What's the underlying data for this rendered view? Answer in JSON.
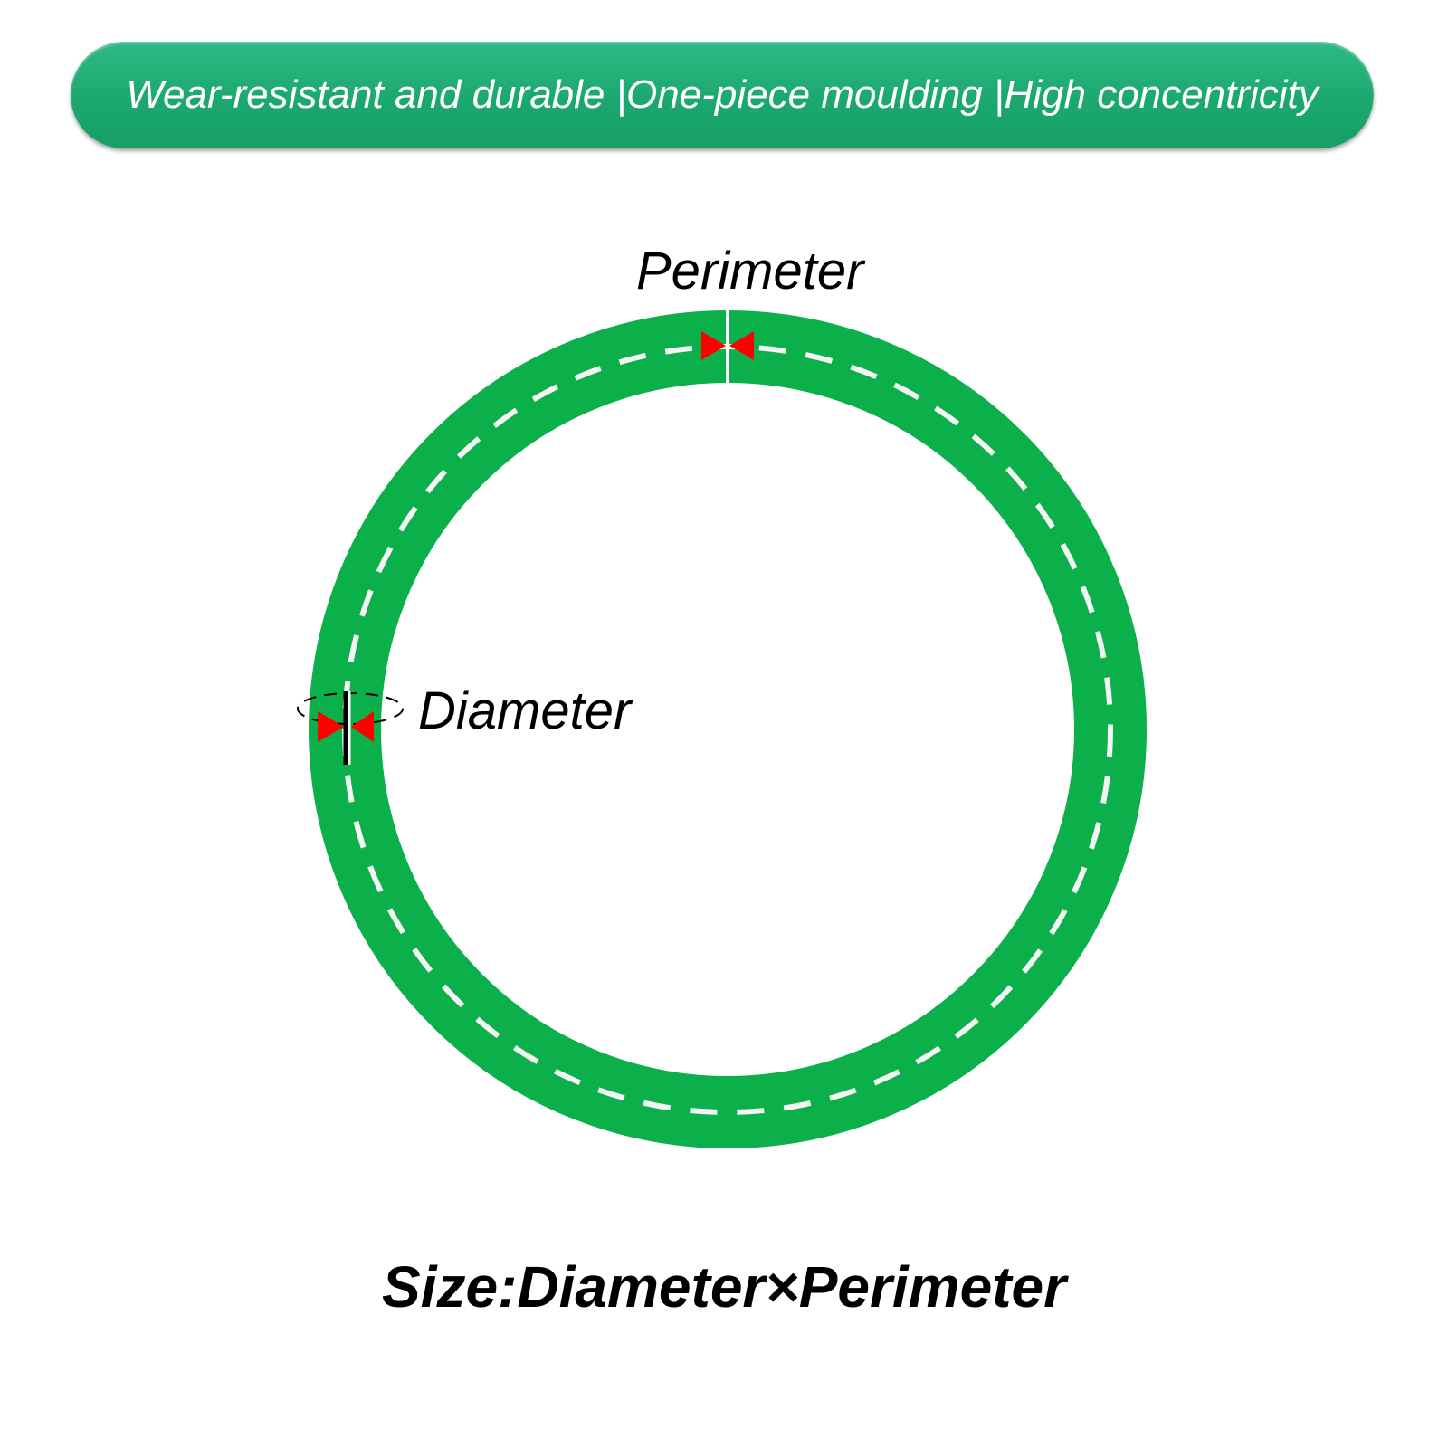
{
  "banner": {
    "text": "Wear-resistant and durable |One-piece moulding |High concentricity"
  },
  "labels": {
    "perimeter": "Perimeter",
    "diameter": "Diameter"
  },
  "caption": {
    "text": "Size:Diameter×Perimeter"
  },
  "colors": {
    "banner": "#1ba86e",
    "ring": "#0bb04b",
    "marker": "#ff0000",
    "dash": "#ffffff"
  }
}
